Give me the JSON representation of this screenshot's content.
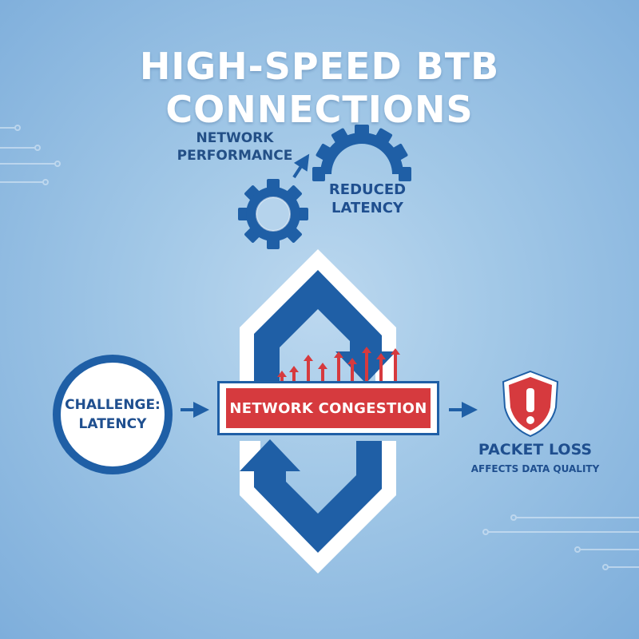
{
  "title": "HIGH-SPEED BTB CONNECTIONS",
  "labels": {
    "network_performance": [
      "NETWORK",
      "PERFORMANCE"
    ],
    "reduced_latency": [
      "REDUCED",
      "LATENCY"
    ],
    "challenge": [
      "CHALLENGE:",
      "LATENCY"
    ],
    "network_congestion": "NETWORK CONGESTION",
    "packet_loss": "PACKET LOSS",
    "packet_loss_sub": "AFFECTS DATA QUALITY"
  },
  "icons": {
    "gears": "gear-icon",
    "warning": "shield-alert-icon",
    "arrows": "cycle-arrow-icon",
    "spikes": "traffic-spike-icon"
  },
  "colors": {
    "primary_blue": "#1f5fa6",
    "alert_red": "#d63a3e",
    "text_blue": "#1f4f8f",
    "background": "#a2c8e7"
  }
}
